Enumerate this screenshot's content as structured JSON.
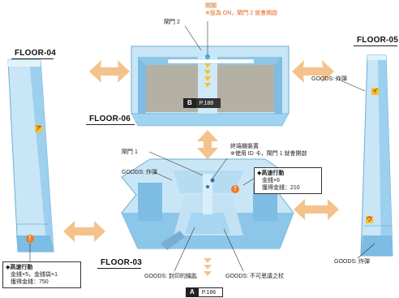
{
  "floors": {
    "f04": "FLOOR-04",
    "f05": "FLOOR-05",
    "f06": "FLOOR-06",
    "f03": "FLOOR-03"
  },
  "top": {
    "switch_title": "開關",
    "switch_note": "※設為 ON，閘門 2 就會開啟",
    "gate2": "閘門 2",
    "badge_letter": "B",
    "badge_page": "P.188"
  },
  "middle": {
    "gate1": "閘門 1",
    "terminal_title": "終端機裝置",
    "terminal_note": "※使用 ID 卡，閘門 1 就會開啟",
    "goods_bomb": "GOODS: 炸彈"
  },
  "right_box": {
    "diamond": "◆",
    "heading": "高速行動",
    "line1": "金錢×6",
    "line2": "獲得金錢：210"
  },
  "left_box": {
    "diamond": "◆",
    "heading": "高速行動",
    "line1": "金錢×5，金錢袋×1",
    "line2": "獲得金錢：750"
  },
  "floor05": {
    "goods_top": "GOODS: 炸彈",
    "goods_bottom": "GOODS: 炸彈",
    "marker_i": "イ",
    "marker_u": "ウ"
  },
  "floor04": {
    "marker_a": "ア"
  },
  "bottom": {
    "goods_seal": "GOODS: 封印的鑰匙",
    "goods_rod": "GOODS: 不可思議之杖",
    "badge_letter": "A",
    "badge_page": "P.186"
  },
  "alerts": {
    "mark": "!"
  },
  "colors": {
    "wall_light": "#c9e6f6",
    "wall_mid": "#9cd0ee",
    "wall_dark": "#5fa8d8",
    "floor_gray": "#b4b0a4",
    "arrow": "#f4c28c",
    "accent": "#f2c230"
  }
}
